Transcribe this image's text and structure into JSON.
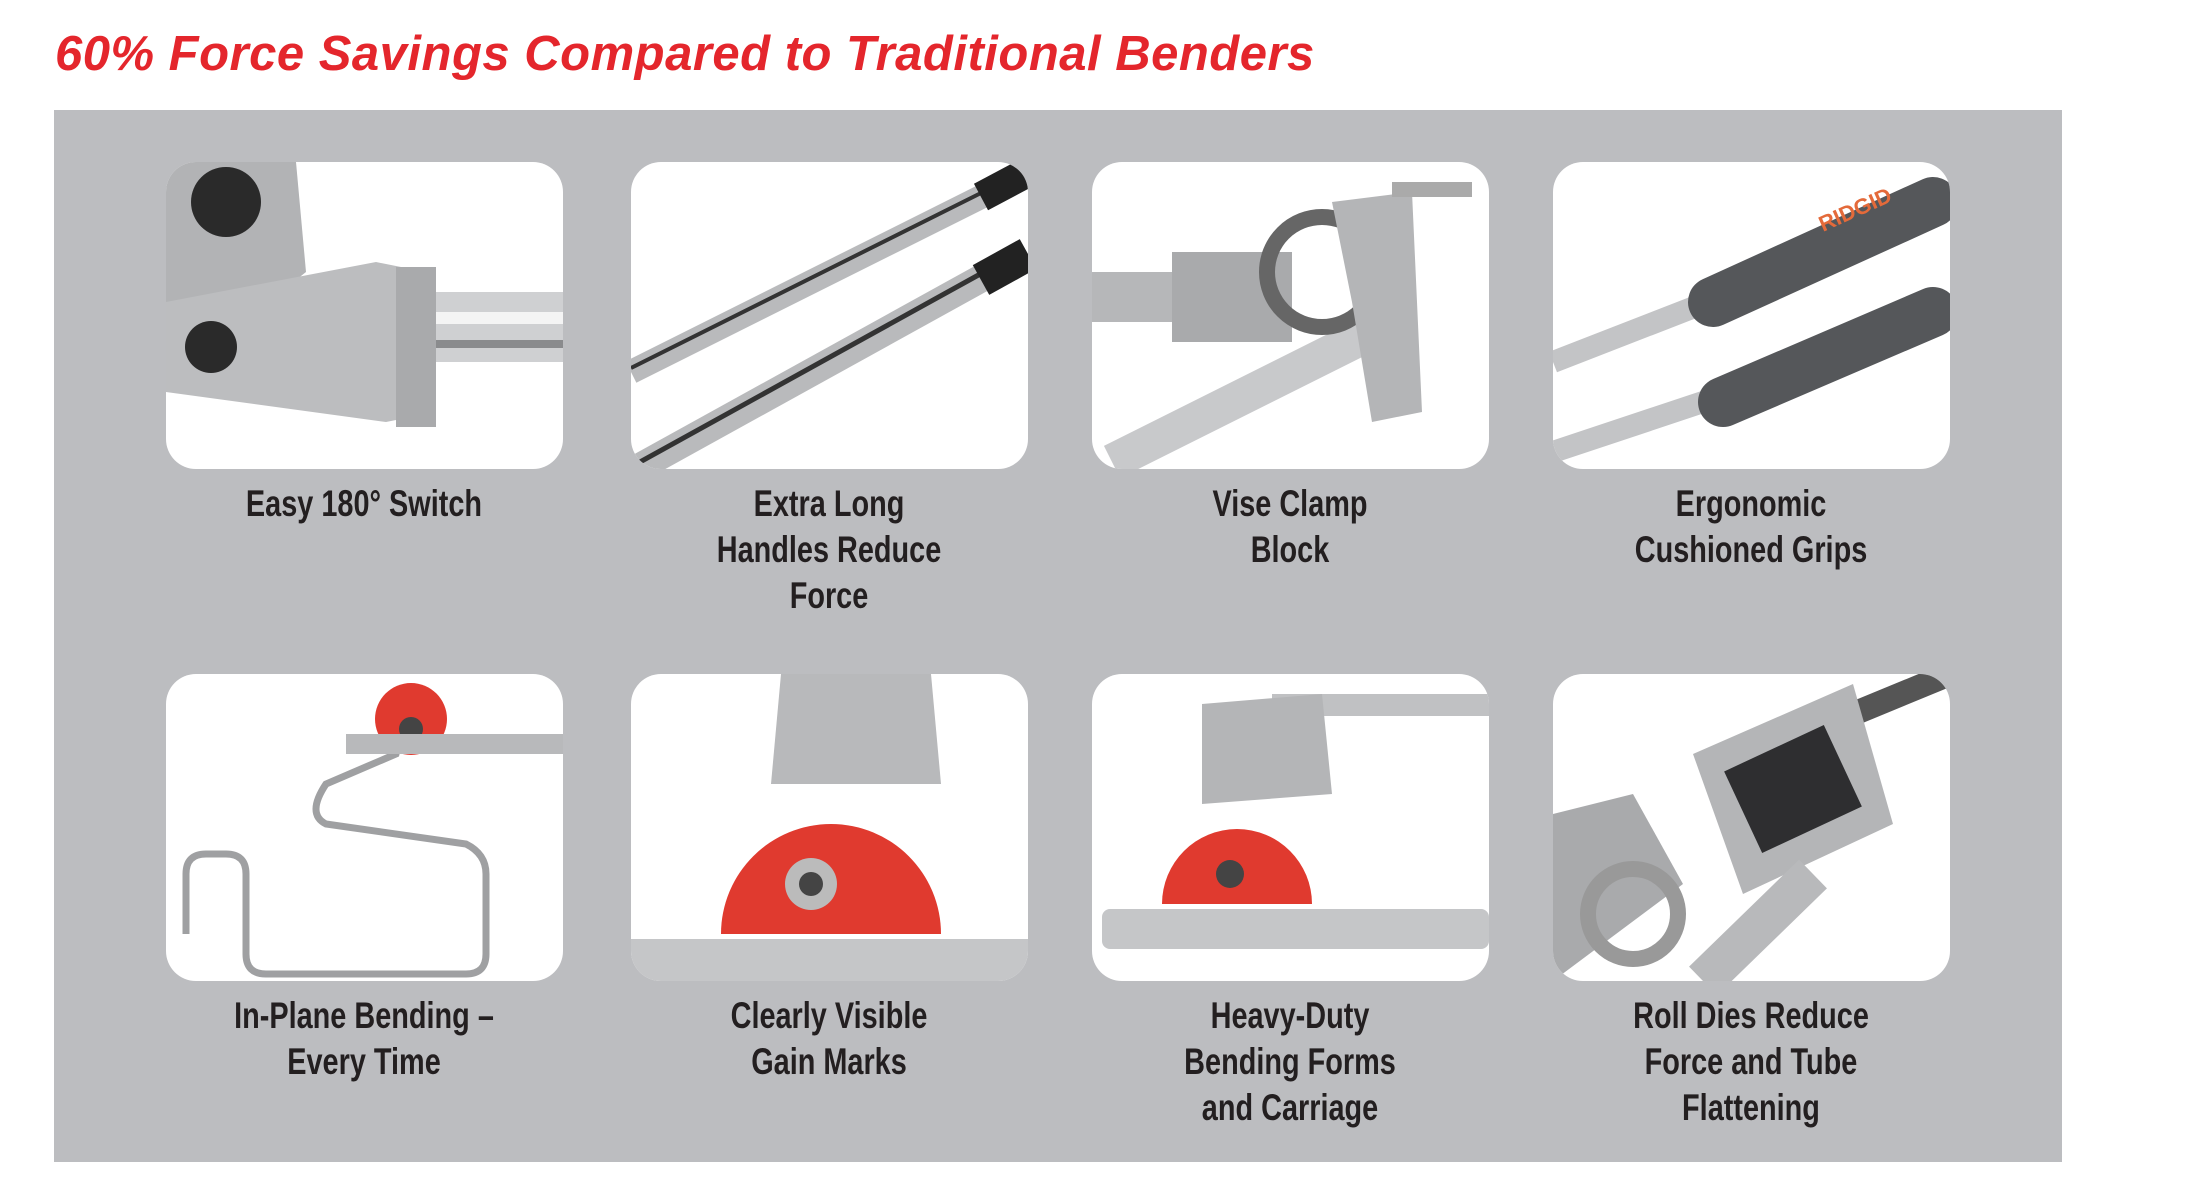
{
  "title": "60% Force Savings Compared to Traditional Benders",
  "colors": {
    "title": "#e4262c",
    "panel": "#bcbdc0",
    "card": "#ffffff",
    "label": "#231f20",
    "dial": "#e03a2f"
  },
  "features": [
    {
      "lines": [
        "Easy 180° Switch"
      ],
      "icon": "switch-head-image"
    },
    {
      "lines": [
        "Extra Long",
        "Handles Reduce",
        "Force"
      ],
      "icon": "long-handles-image"
    },
    {
      "lines": [
        "Vise Clamp",
        "Block"
      ],
      "icon": "vise-clamp-image"
    },
    {
      "lines": [
        "Ergonomic",
        "Cushioned Grips"
      ],
      "icon": "grips-image",
      "brand": "RIDGID"
    },
    {
      "lines": [
        "In-Plane Bending –",
        "Every Time"
      ],
      "icon": "bent-tube-image"
    },
    {
      "lines": [
        "Clearly Visible",
        "Gain Marks"
      ],
      "icon": "gain-dial-image"
    },
    {
      "lines": [
        "Heavy-Duty",
        "Bending Forms",
        "and Carriage"
      ],
      "icon": "bending-form-image"
    },
    {
      "lines": [
        "Roll Dies Reduce",
        "Force and Tube",
        "Flattening"
      ],
      "icon": "roll-dies-image"
    }
  ]
}
